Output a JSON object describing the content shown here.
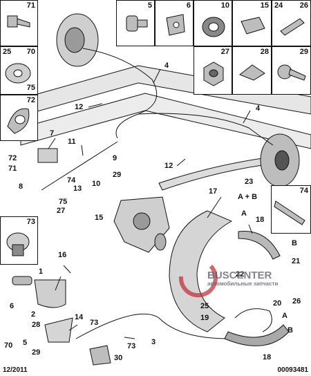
{
  "legend_cells": {
    "c71": "71",
    "c5": "5",
    "c6": "6",
    "c10": "10",
    "c15": "15",
    "c24": "24",
    "c26": "26",
    "c25": "25",
    "c70": "70",
    "c75": "75",
    "c72": "72",
    "c27": "27",
    "c28": "28",
    "c29": "29",
    "c73": "73",
    "c74": "74"
  },
  "callouts": {
    "n4a": "4",
    "n4b": "4",
    "n12a": "12",
    "n12b": "12",
    "n7": "7",
    "n11": "11",
    "n9": "9",
    "n29a": "29",
    "n72": "72",
    "n71": "71",
    "n74": "74",
    "n10": "10",
    "n8": "8",
    "n13": "13",
    "n75": "75",
    "n27": "27",
    "n15": "15",
    "n17": "17",
    "n23": "23",
    "n23sub": "A + B",
    "nA1": "A",
    "n18a": "18",
    "nB1": "B",
    "n21": "21",
    "n22": "22",
    "n26": "26",
    "n25": "25",
    "n20": "20",
    "n19": "19",
    "nA2": "A",
    "nB2": "B",
    "n18b": "18",
    "n16": "16",
    "n1": "1",
    "n2": "2",
    "n6": "6",
    "n28": "28",
    "n14": "14",
    "n73a": "73",
    "n70": "70",
    "n5": "5",
    "n29b": "29",
    "n73b": "73",
    "n3": "3",
    "n30": "30"
  },
  "footer": {
    "date": "12/2011",
    "ref": "00093481"
  },
  "watermark": {
    "brand": "BUSCENTER",
    "tagline": "автомобильные запчасти"
  },
  "colors": {
    "line": "#111111",
    "part_fill": "#d9d9d9",
    "part_dark": "#8a8a8a",
    "brand_red": "#c0282d"
  }
}
